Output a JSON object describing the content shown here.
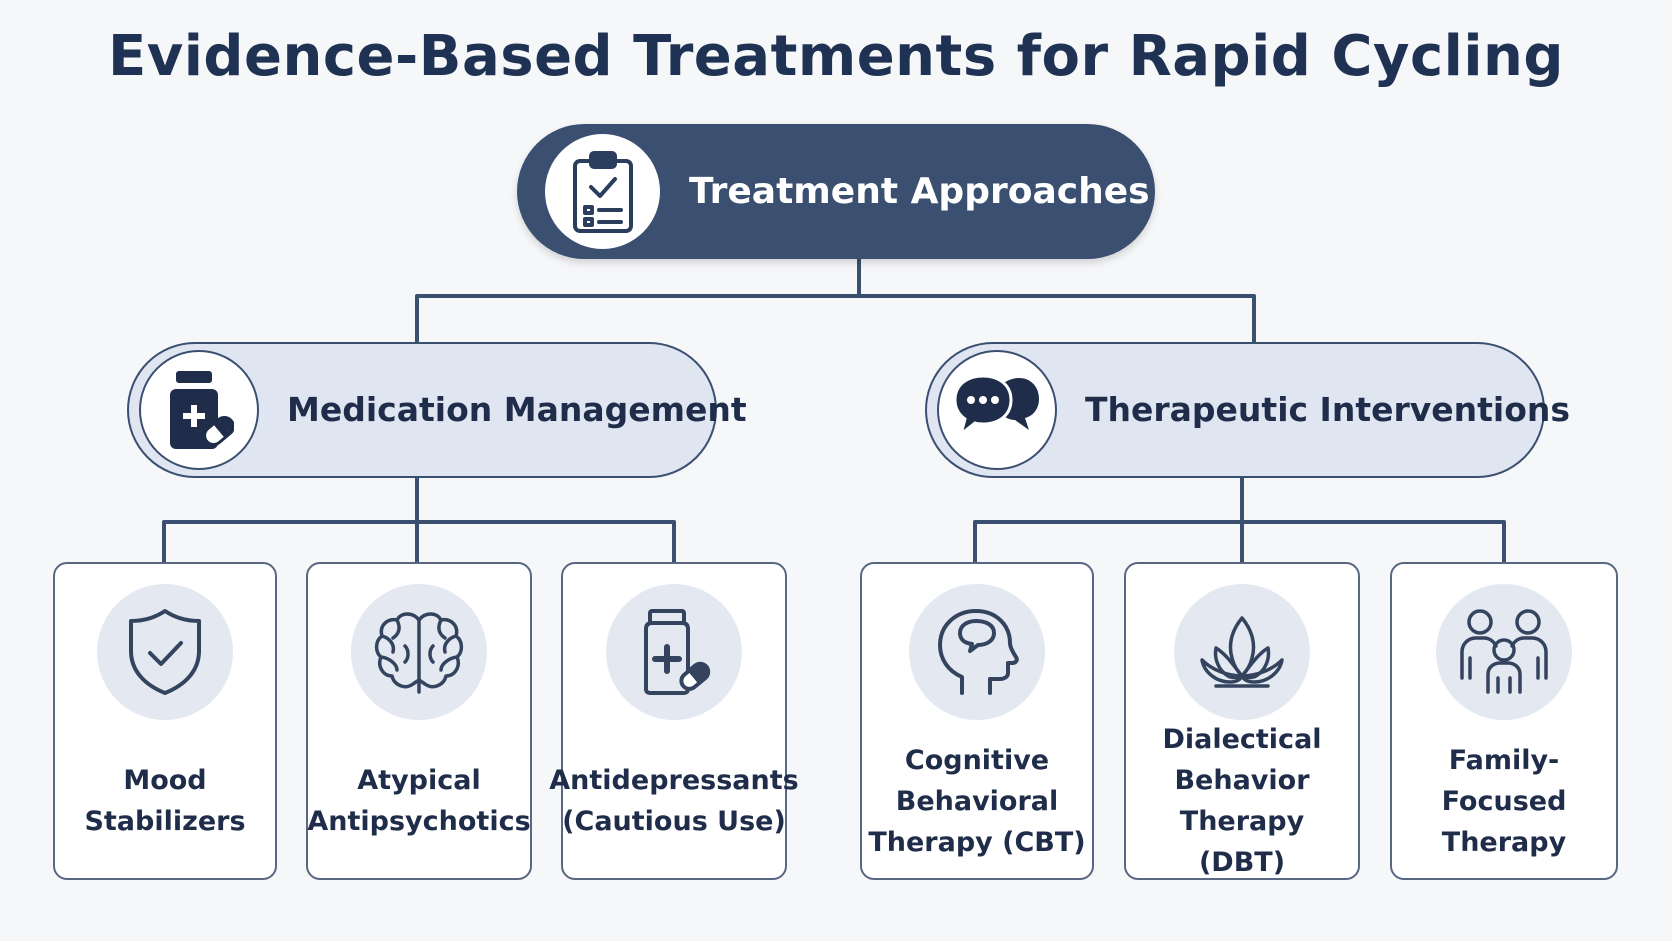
{
  "title": "Evidence-Based Treatments for Rapid Cycling",
  "root": {
    "label": "Treatment Approaches",
    "icon": "clipboard-check-icon"
  },
  "branches": [
    {
      "label": "Medication Management",
      "icon": "medicine-bottle-icon",
      "items": [
        {
          "label": "Mood\nStabilizers",
          "icon": "shield-check-icon"
        },
        {
          "label": "Atypical\nAntipsychotics",
          "icon": "brain-icon"
        },
        {
          "label": "Antidepressants\n(Cautious Use)",
          "icon": "medicine-bottle-icon"
        }
      ]
    },
    {
      "label": "Therapeutic Interventions",
      "icon": "chat-bubbles-icon",
      "items": [
        {
          "label": "Cognitive\nBehavioral\nTherapy (CBT)",
          "icon": "head-speech-icon"
        },
        {
          "label": "Dialectical\nBehavior Therapy\n(DBT)",
          "icon": "lotus-icon"
        },
        {
          "label": "Family-Focused\nTherapy",
          "icon": "family-icon"
        }
      ]
    }
  ],
  "colors": {
    "primary": "#3b4f71",
    "branch_fill": "#dfe6f1",
    "icon_bg": "#e3e8f1",
    "text": "#1f2d4a",
    "background": "#f6f7f9"
  }
}
